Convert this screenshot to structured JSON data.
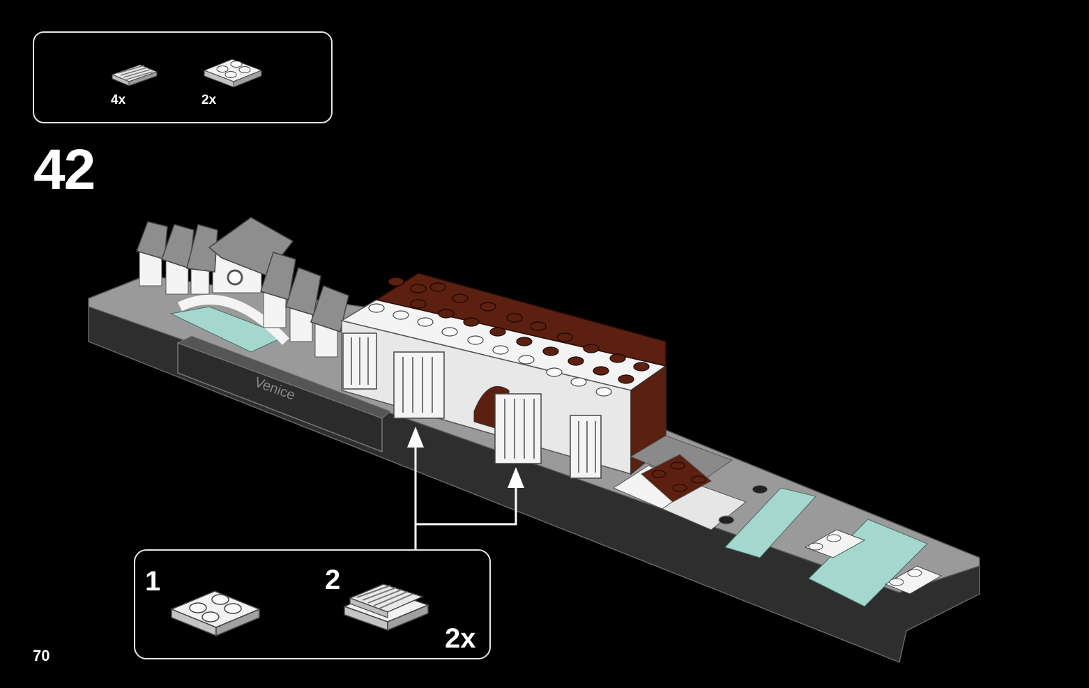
{
  "parts_callout": {
    "items": [
      {
        "icon": "grille-tile-1x2-icon",
        "quantity": "4x"
      },
      {
        "icon": "plate-2x2-icon",
        "quantity": "2x"
      }
    ]
  },
  "step": {
    "number": "42"
  },
  "model": {
    "nameplate_label": "Venice",
    "colors": {
      "white": "#f4f4f4",
      "light_gray": "#a9a9a9",
      "dark_gray": "#3c3c3c",
      "brown": "#5b2010",
      "trans_aqua": "#9fd6cc",
      "background": "#000000"
    }
  },
  "substeps": [
    {
      "number": "1",
      "icon": "plate-2x2-icon",
      "quantity": ""
    },
    {
      "number": "2",
      "icon": "grille-stack-icon",
      "quantity": "2x"
    }
  ],
  "page": {
    "number": "70"
  }
}
